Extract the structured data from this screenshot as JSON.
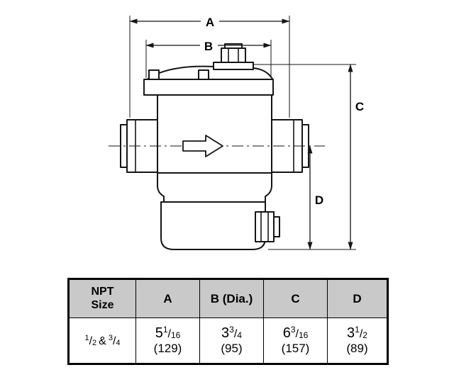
{
  "drawing": {
    "dim_a": "A",
    "dim_b": "B",
    "dim_c": "C",
    "dim_d": "D"
  },
  "table": {
    "headers": {
      "npt": "NPT\nSize",
      "a": "A",
      "b": "B (Dia.)",
      "c": "C",
      "d": "D"
    },
    "frac_slash": "/",
    "row": {
      "npt_n1": "1",
      "npt_d1": "2",
      "npt_sep": "&",
      "npt_n2": "3",
      "npt_d2": "4",
      "a_whole": "5",
      "a_num": "1",
      "a_den": "16",
      "a_mm": "(129)",
      "b_whole": "3",
      "b_num": "3",
      "b_den": "4",
      "b_mm": "(95)",
      "c_whole": "6",
      "c_num": "3",
      "c_den": "16",
      "c_mm": "(157)",
      "d_whole": "3",
      "d_num": "1",
      "d_den": "2",
      "d_mm": "(89)"
    }
  },
  "colors": {
    "line": "#151515",
    "header_bg": "#c9c9c9"
  }
}
